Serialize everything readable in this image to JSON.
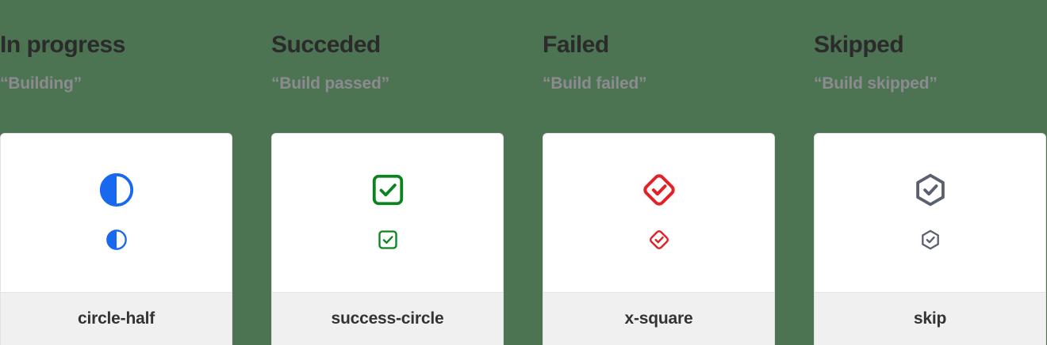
{
  "page": {
    "background_color": "#4c7352",
    "card_background": "#ffffff",
    "card_footer_background": "#f0f0f0",
    "heading_color": "#2b2b2b",
    "subheading_color": "#8b8b90",
    "footer_label_color": "#333333"
  },
  "columns": [
    {
      "heading": "In progress",
      "subheading": "“Building”",
      "icon_name": "circle-half-icon",
      "icon_label": "circle-half",
      "icon_color": "#1868f0"
    },
    {
      "heading": "Succeded",
      "subheading": "“Build passed”",
      "icon_name": "success-circle-icon",
      "icon_label": "success-circle",
      "icon_color": "#0a8420"
    },
    {
      "heading": "Failed",
      "subheading": "“Build failed”",
      "icon_name": "x-square-icon",
      "icon_label": "x-square",
      "icon_color": "#e12329"
    },
    {
      "heading": "Skipped",
      "subheading": "“Build skipped”",
      "icon_name": "skip-icon",
      "icon_label": "skip",
      "icon_color": "#5a6070"
    }
  ]
}
